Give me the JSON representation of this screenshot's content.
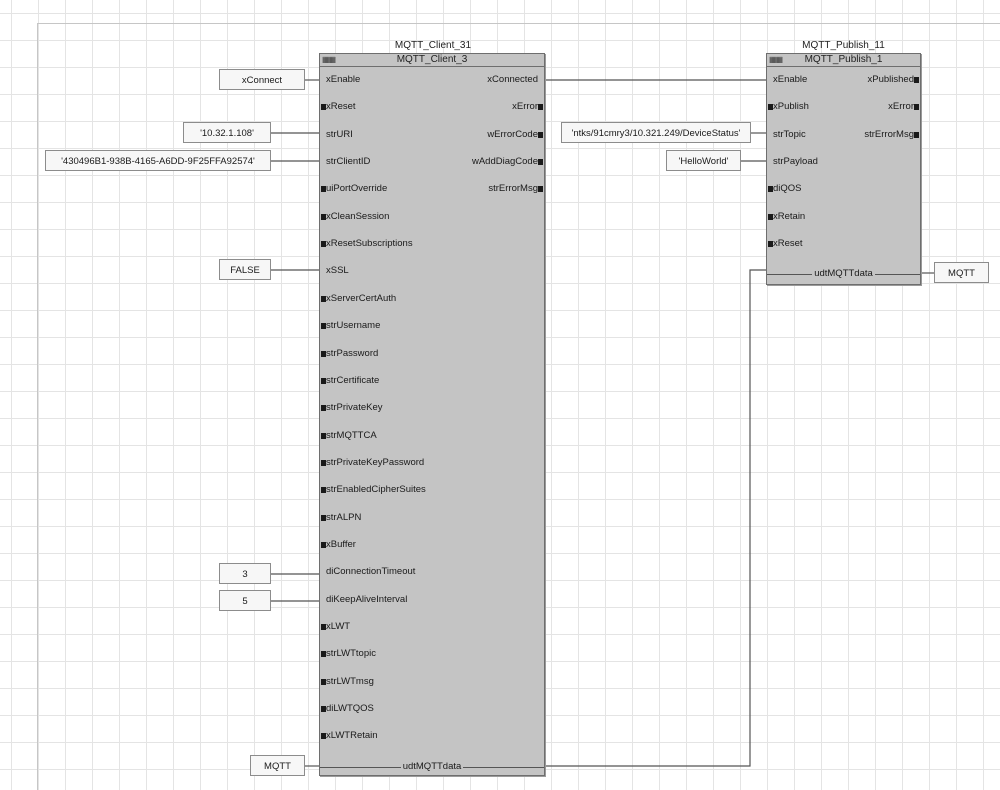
{
  "blocks": {
    "client": {
      "instance": "MQTT_Client_31",
      "type": "MQTT_Client_3",
      "inputs": [
        "xEnable",
        "xReset",
        "strURI",
        "strClientID",
        "uiPortOverride",
        "xCleanSession",
        "xResetSubscriptions",
        "xSSL",
        "xServerCertAuth",
        "strUsername",
        "strPassword",
        "strCertificate",
        "strPrivateKey",
        "strMQTTCA",
        "strPrivateKeyPassword",
        "strEnabledCipherSuites",
        "strALPN",
        "xBuffer",
        "diConnectionTimeout",
        "diKeepAliveInterval",
        "xLWT",
        "strLWTtopic",
        "strLWTmsg",
        "diLWTQOS",
        "xLWTRetain"
      ],
      "outputs": [
        "xConnected",
        "xError",
        "wErrorCode",
        "wAddDiagCode",
        "strErrorMsg"
      ],
      "inout": "udtMQTTdata"
    },
    "publish": {
      "instance": "MQTT_Publish_11",
      "type": "MQTT_Publish_1",
      "inputs": [
        "xEnable",
        "xPublish",
        "strTopic",
        "strPayload",
        "diQOS",
        "xRetain",
        "xReset"
      ],
      "outputs": [
        "xPublished",
        "xError",
        "strErrorMsg"
      ],
      "inout": "udtMQTTdata"
    }
  },
  "variables": {
    "xConnect": "xConnect",
    "uri": "'10.32.1.108'",
    "client_id": "'430496B1-938B-4165-A6DD-9F25FFA92574'",
    "ssl": "FALSE",
    "conn_timeout": "3",
    "keepalive": "5",
    "mqtt_client": "MQTT",
    "topic": "'ntks/91cmry3/10.321.249/DeviceStatus'",
    "payload": "'HelloWorld'",
    "mqtt_publish": "MQTT"
  },
  "icons": {
    "fb_icon": "function-block-icon"
  },
  "colors": {
    "block_fill": "#c4c4c4",
    "block_border": "#6e6e6e",
    "var_fill": "#f7f7f7",
    "wire": "#555555",
    "grid": "#e4e4e4"
  }
}
